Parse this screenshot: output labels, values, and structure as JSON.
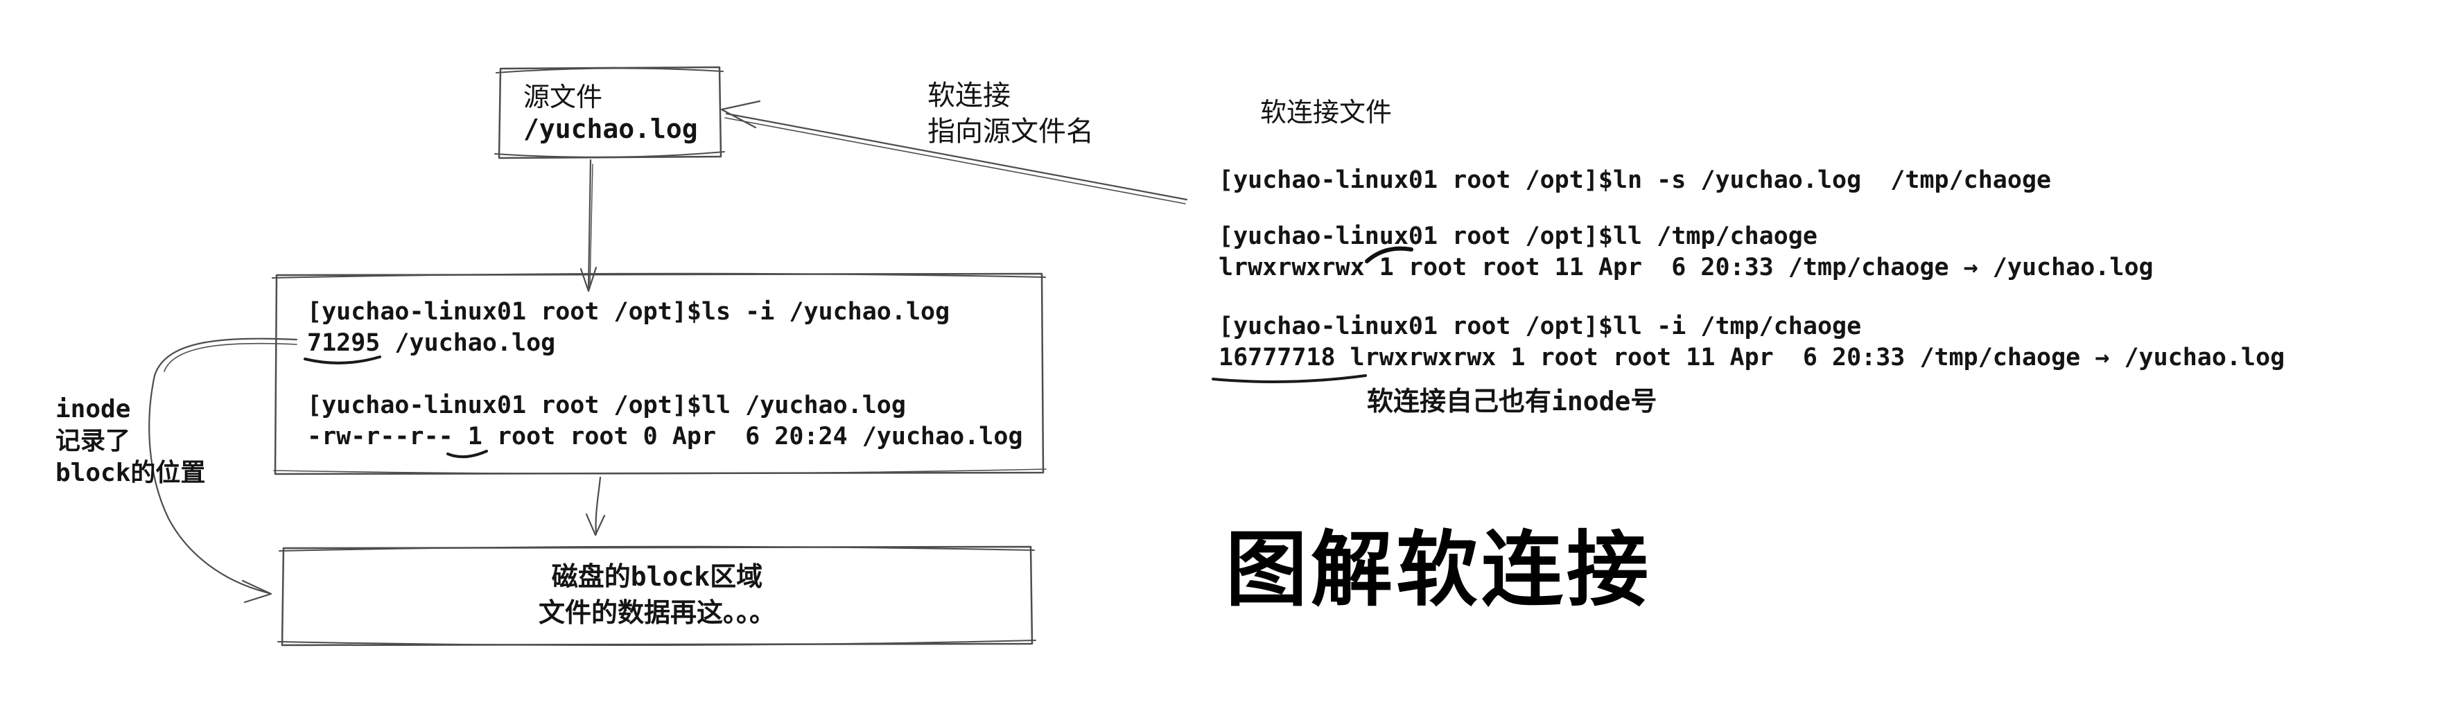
{
  "colors": {
    "background": "#ffffff",
    "ink": "#141414",
    "stroke": "#4d4d4d"
  },
  "source_box": {
    "title": "源文件",
    "path": "/yuchao.log"
  },
  "soft_link_label": {
    "line1": "软连接",
    "line2": "指向源文件名"
  },
  "terminal_box": {
    "cmd_ls_inode": "[yuchao-linux01 root /opt]$ls -i /yuchao.log",
    "ls_inode_output": "71295 /yuchao.log",
    "cmd_ll_source": "[yuchao-linux01 root /opt]$ll /yuchao.log",
    "ll_source_output": "-rw-r--r-- 1 root root 0 Apr  6 20:24 /yuchao.log"
  },
  "inode_label": {
    "line1": "inode",
    "line2": "记录了",
    "line3": "block的位置"
  },
  "block_box": {
    "line1": "磁盘的block区域",
    "line2": "文件的数据再这。。。"
  },
  "right_panel": {
    "heading": "软连接文件",
    "cmd_ln": "[yuchao-linux01 root /opt]$ln -s /yuchao.log  /tmp/chaoge",
    "cmd_ll_symlink": "[yuchao-linux01 root /opt]$ll /tmp/chaoge",
    "ll_symlink_output": "lrwxrwxrwx 1 root root 11 Apr  6 20:33 /tmp/chaoge → /yuchao.log",
    "cmd_ll_i_symlink": "[yuchao-linux01 root /opt]$ll -i /tmp/chaoge",
    "ll_i_symlink_output": "16777718 lrwxrwxrwx 1 root root 11 Apr  6 20:33 /tmp/chaoge → /yuchao.log",
    "inode_note": "软连接自己也有inode号",
    "title": "图解软连接"
  }
}
